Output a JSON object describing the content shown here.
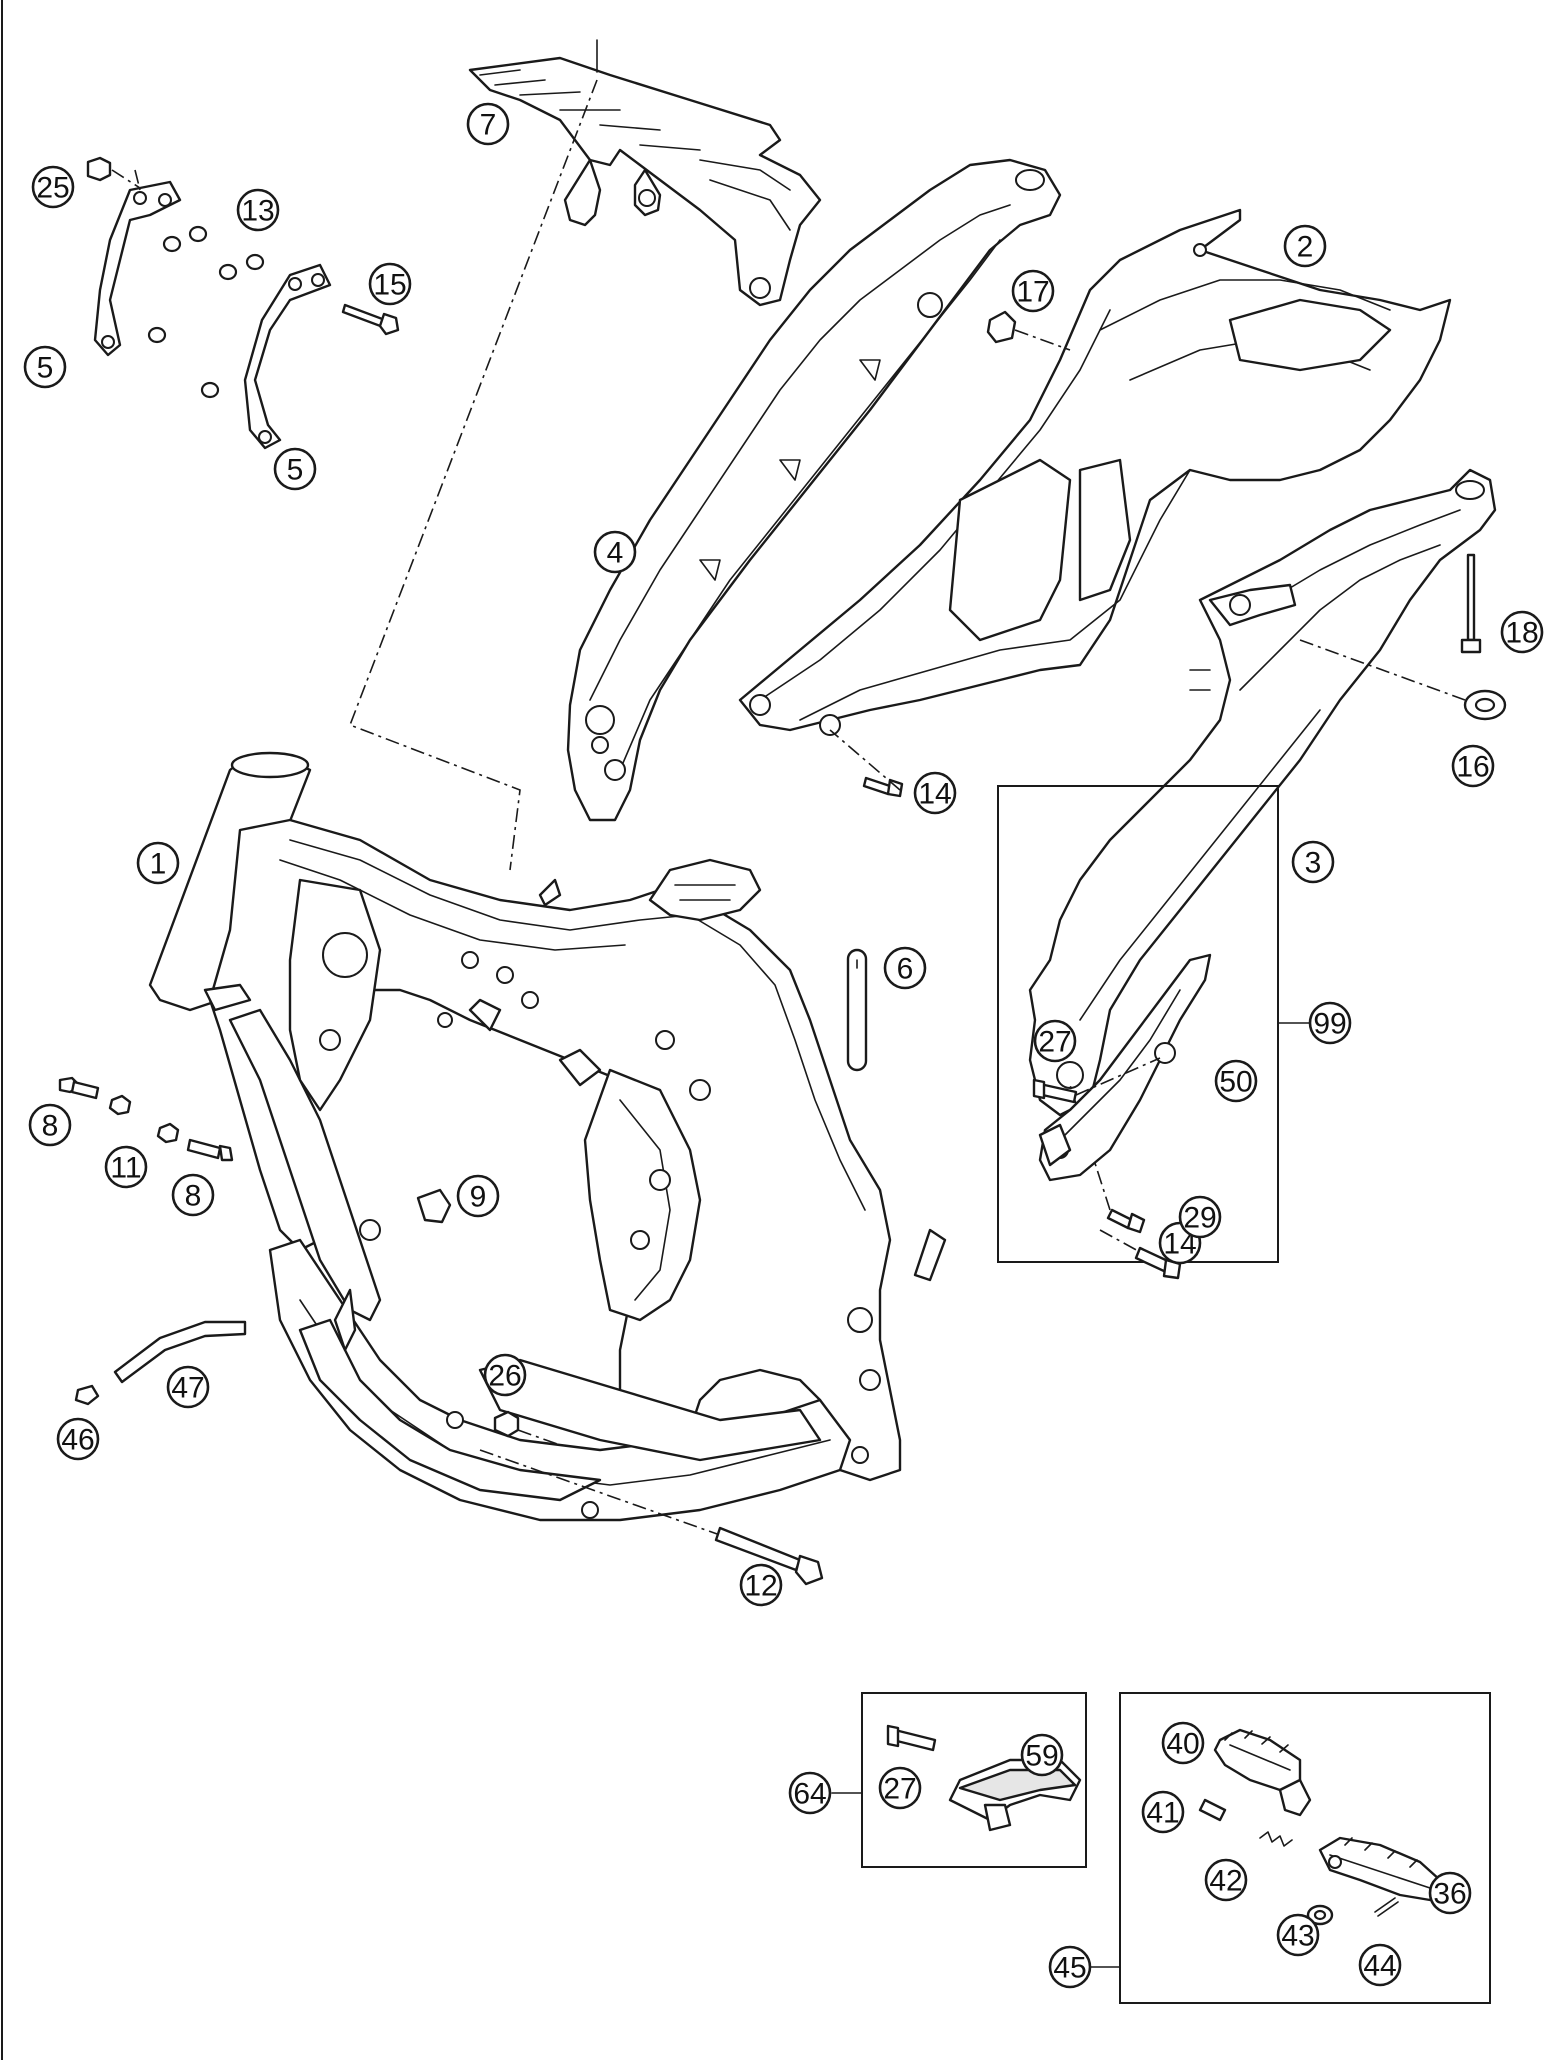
{
  "diagram": {
    "kind": "exploded-parts-diagram",
    "colors": {
      "line": "#1a1a1a",
      "background": "#ffffff"
    },
    "callouts": [
      {
        "id": "c1",
        "label": "1"
      },
      {
        "id": "c2",
        "label": "2"
      },
      {
        "id": "c3",
        "label": "3"
      },
      {
        "id": "c4",
        "label": "4"
      },
      {
        "id": "c5a",
        "label": "5"
      },
      {
        "id": "c5b",
        "label": "5"
      },
      {
        "id": "c6",
        "label": "6"
      },
      {
        "id": "c7",
        "label": "7"
      },
      {
        "id": "c8a",
        "label": "8"
      },
      {
        "id": "c8b",
        "label": "8"
      },
      {
        "id": "c9",
        "label": "9"
      },
      {
        "id": "c11",
        "label": "11"
      },
      {
        "id": "c12",
        "label": "12"
      },
      {
        "id": "c13",
        "label": "13"
      },
      {
        "id": "c14a",
        "label": "14"
      },
      {
        "id": "c14b",
        "label": "14"
      },
      {
        "id": "c15",
        "label": "15"
      },
      {
        "id": "c16",
        "label": "16"
      },
      {
        "id": "c17",
        "label": "17"
      },
      {
        "id": "c18",
        "label": "18"
      },
      {
        "id": "c25",
        "label": "25"
      },
      {
        "id": "c26",
        "label": "26"
      },
      {
        "id": "c27a",
        "label": "27"
      },
      {
        "id": "c27b",
        "label": "27"
      },
      {
        "id": "c29",
        "label": "29"
      },
      {
        "id": "c36",
        "label": "36"
      },
      {
        "id": "c40",
        "label": "40"
      },
      {
        "id": "c41",
        "label": "41"
      },
      {
        "id": "c42",
        "label": "42"
      },
      {
        "id": "c43",
        "label": "43"
      },
      {
        "id": "c44",
        "label": "44"
      },
      {
        "id": "c45",
        "label": "45"
      },
      {
        "id": "c46",
        "label": "46"
      },
      {
        "id": "c47",
        "label": "47"
      },
      {
        "id": "c50",
        "label": "50"
      },
      {
        "id": "c59",
        "label": "59"
      },
      {
        "id": "c64",
        "label": "64"
      },
      {
        "id": "c99",
        "label": "99"
      }
    ]
  }
}
